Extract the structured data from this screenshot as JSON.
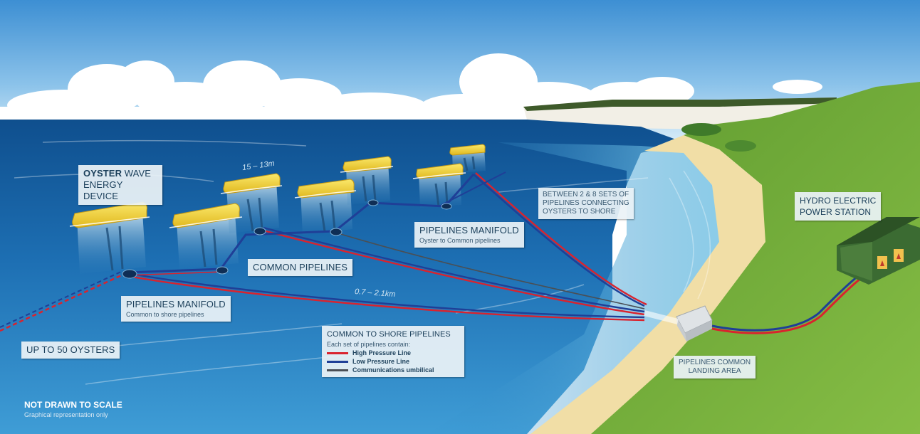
{
  "labels": {
    "oyster_device_bold": "OYSTER",
    "oyster_device_rest": " WAVE",
    "oyster_device_line2": "ENERGY DEVICE",
    "spacing_distance": "15 – 13m",
    "shore_distance": "0.7 – 2.1km",
    "manifold_oyster_title": "PIPELINES MANIFOLD",
    "manifold_oyster_sub": "Oyster to Common pipelines",
    "common_pipelines": "COMMON PIPELINES",
    "manifold_shore_title": "PIPELINES MANIFOLD",
    "manifold_shore_sub": "Common to shore pipelines",
    "between_sets_line1": "BETWEEN 2 & 8 SETS OF",
    "between_sets_line2": "PIPELINES CONNECTING",
    "between_sets_line3": "OYSTERS TO SHORE",
    "up_to_50": "UP TO 50 OYSTERS",
    "hydro_line1": "HYDRO ELECTRIC",
    "hydro_line2": "POWER STATION",
    "landing_line1": "PIPELINES COMMON",
    "landing_line2": "LANDING AREA",
    "not_to_scale": "NOT DRAWN TO SCALE",
    "graphical_only": "Graphical representation only"
  },
  "legend": {
    "title": "COMMON TO SHORE PIPELINES",
    "subtitle": "Each set of pipelines contain:",
    "items": [
      {
        "label": "High Pressure Line",
        "color": "#d9232e"
      },
      {
        "label": "Low Pressure Line",
        "color": "#1f3f97"
      },
      {
        "label": "Communications umbilical",
        "color": "#4a4f55"
      }
    ]
  },
  "colors": {
    "high_pressure": "#d9232e",
    "low_pressure": "#1f3f97",
    "umbilical": "#4a4f55",
    "sea": "#1f6fb0",
    "grass": "#6fa83a",
    "sand": "#f2dfa8",
    "sky": "#4f9ed8",
    "device": "#f3d532"
  }
}
